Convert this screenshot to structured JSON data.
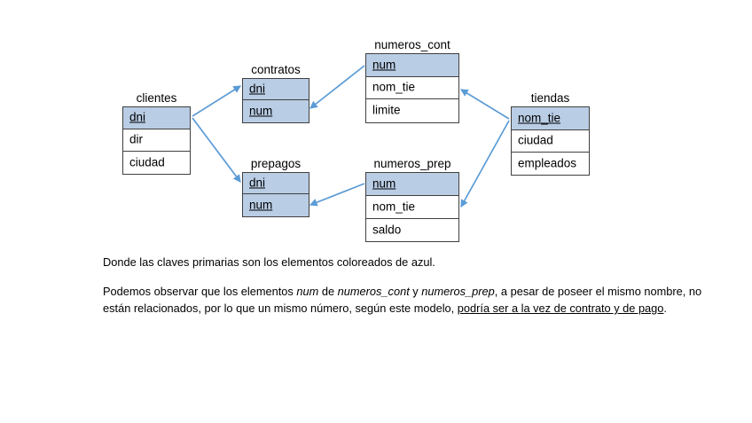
{
  "diagram": {
    "title_note": "Relational schema diagram",
    "colors": {
      "primary_key_fill": "#b9cde5",
      "arrow": "#5b9bd5",
      "border": "#404040",
      "background": "#ffffff"
    },
    "entities": [
      {
        "name": "clientes",
        "attributes": [
          {
            "label": "dni",
            "primary_key": true
          },
          {
            "label": "dir",
            "primary_key": false
          },
          {
            "label": "ciudad",
            "primary_key": false
          }
        ]
      },
      {
        "name": "contratos",
        "attributes": [
          {
            "label": "dni",
            "primary_key": true
          },
          {
            "label": "num",
            "primary_key": true
          }
        ]
      },
      {
        "name": "prepagos",
        "attributes": [
          {
            "label": "dni",
            "primary_key": true
          },
          {
            "label": "num",
            "primary_key": true
          }
        ]
      },
      {
        "name": "numeros_cont",
        "attributes": [
          {
            "label": "num",
            "primary_key": true
          },
          {
            "label": "nom_tie",
            "primary_key": false
          },
          {
            "label": "limite",
            "primary_key": false
          }
        ]
      },
      {
        "name": "numeros_prep",
        "attributes": [
          {
            "label": "num",
            "primary_key": true
          },
          {
            "label": "nom_tie",
            "primary_key": false
          },
          {
            "label": "saldo",
            "primary_key": false
          }
        ]
      },
      {
        "name": "tiendas",
        "attributes": [
          {
            "label": "nom_tie",
            "primary_key": true
          },
          {
            "label": "ciudad",
            "primary_key": false
          },
          {
            "label": "empleados",
            "primary_key": false
          }
        ]
      }
    ],
    "relationships": [
      {
        "from": "clientes.dni",
        "to": "contratos.dni"
      },
      {
        "from": "clientes.dni",
        "to": "prepagos.dni"
      },
      {
        "from": "numeros_cont.num",
        "to": "contratos.num"
      },
      {
        "from": "numeros_prep.num",
        "to": "prepagos.num"
      },
      {
        "from": "tiendas.nom_tie",
        "to": "numeros_cont.nom_tie"
      },
      {
        "from": "tiendas.nom_tie",
        "to": "numeros_prep.nom_tie"
      }
    ]
  },
  "prose": {
    "paragraph1": "Donde las claves primarias son los elementos coloreados de azul.",
    "paragraph2": {
      "seg1": "Podemos observar que los elementos ",
      "seg2_italic": "num",
      "seg3": " de ",
      "seg4_italic": "numeros_cont",
      "seg5": " y ",
      "seg6_italic": "numeros_prep",
      "seg7": ", a pesar de poseer el mismo nombre, no están relacionados, por lo que un mismo número, según este modelo, ",
      "seg8_underline": "podría ser a la vez de contrato y de pago",
      "seg9": "."
    }
  }
}
